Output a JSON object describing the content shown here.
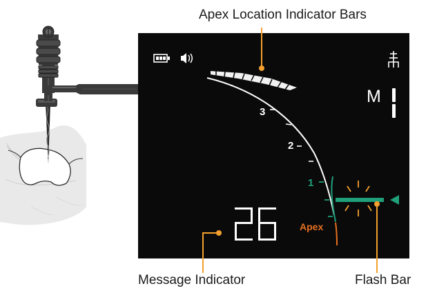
{
  "callouts": {
    "apex_bars": "Apex Location Indicator Bars",
    "message_indicator": "Message Indicator",
    "flash_bar": "Flash Bar"
  },
  "display": {
    "mode_letter": "M",
    "mode_digit": "1",
    "scale_marks": [
      "3",
      "2",
      "1"
    ],
    "apex_label": "Apex",
    "message_value": "26",
    "status_icons": [
      "battery-icon",
      "speaker-icon",
      "file-motor-icon"
    ]
  },
  "colors": {
    "screen_bg": "#0a0a0a",
    "callout_orange": "#f5a02e",
    "apex_orange": "#e8701f",
    "green": "#1fa07a",
    "white": "#ffffff"
  }
}
